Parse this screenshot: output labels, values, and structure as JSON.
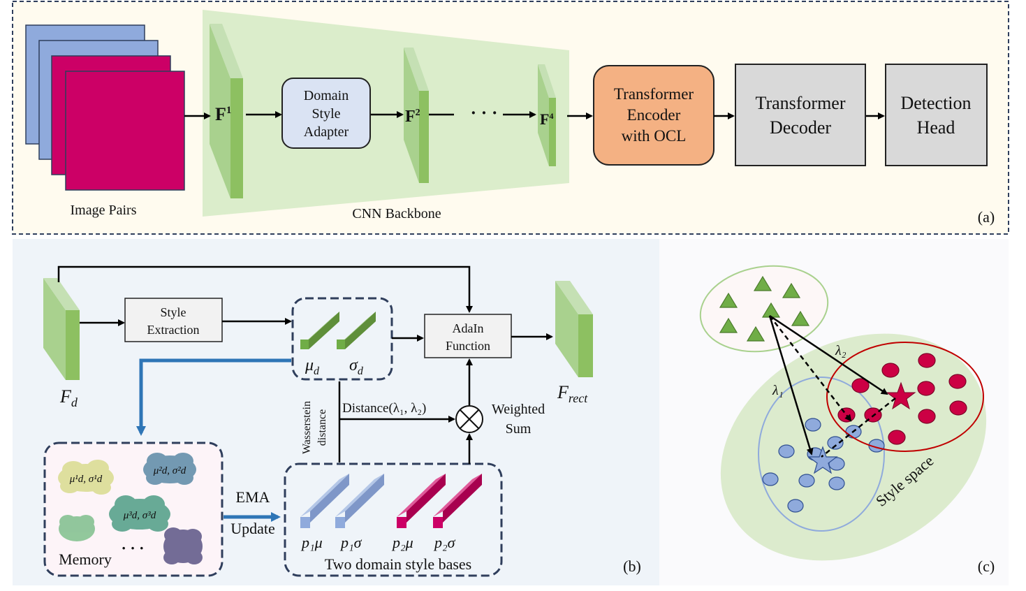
{
  "panel_a": {
    "image_pairs_label": "Image Pairs",
    "cnn_backbone_label": "CNN Backbone",
    "f1_label": "F",
    "f1_sup": "1",
    "f2_label": "F",
    "f2_sup": "2",
    "f4_label": "F",
    "f4_sup": "4",
    "dots": "· · ·",
    "domain_style_adapter": [
      "Domain",
      "Style",
      "Adapter"
    ],
    "transformer_encoder": [
      "Transformer",
      "Encoder",
      "with OCL"
    ],
    "transformer_decoder": [
      "Transformer",
      "Decoder"
    ],
    "detection_head": [
      "Detection",
      "Head"
    ],
    "panel_tag": "(a)",
    "colors": {
      "magenta": "#cc0066",
      "blue": "#8faadc",
      "green": "#a9d18e",
      "orange": "#f4b183",
      "gray": "#d9d9d9",
      "adapter": "#dae3f3"
    }
  },
  "panel_b": {
    "fd_label": "F",
    "fd_sub": "d",
    "frect_label": "F",
    "frect_sub": "rect",
    "style_extraction": [
      "Style",
      "Extraction"
    ],
    "adain": [
      "AdaIn",
      "Function"
    ],
    "mu_d": "μ",
    "mu_d_sub": "d",
    "sigma_d": "σ",
    "sigma_d_sub": "d",
    "wasserstein": [
      "Wasserstein",
      "distance"
    ],
    "distance_label": "Distance(λ₁, λ₂)",
    "weighted_sum": [
      "Weighted",
      "Sum"
    ],
    "memory_label": "Memory",
    "memory_dots": "· · ·",
    "clouds": [
      "μ¹d, σ¹d",
      "μ²d, σ²d",
      "μ³d, σ³d"
    ],
    "ema_label": [
      "EMA",
      "Update"
    ],
    "bases_labels": [
      "p₁μ",
      "p₁σ",
      "p₂μ",
      "p₂σ"
    ],
    "bases_caption": "Two domain style bases",
    "panel_tag": "(b)"
  },
  "panel_c": {
    "lambda1": "λ₁",
    "lambda2": "λ₂",
    "style_space": "Style space",
    "panel_tag": "(c)"
  }
}
